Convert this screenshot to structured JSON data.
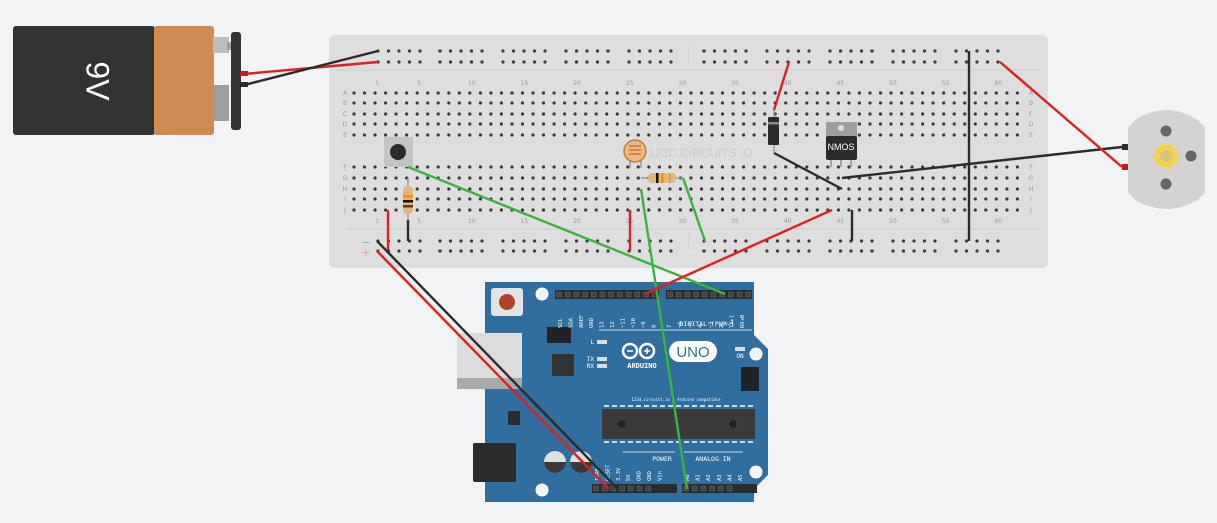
{
  "battery": {
    "label": "9V",
    "colors": {
      "body": "#333333",
      "cap": "#d08c50"
    }
  },
  "breadboard": {
    "watermark": "123D.CIRCUITS.IO",
    "column_numbers": [
      "1",
      "5",
      "10",
      "15",
      "20",
      "25",
      "30",
      "35",
      "40",
      "45",
      "50",
      "55",
      "60"
    ],
    "rows_top": [
      "A",
      "B",
      "C",
      "D",
      "E"
    ],
    "rows_bottom": [
      "F",
      "G",
      "H",
      "I",
      "J"
    ],
    "rail_minus": "−",
    "rail_plus": "+"
  },
  "components": {
    "mosfet": {
      "label": "NMOS"
    },
    "pushbutton": {
      "name": "pushbutton"
    },
    "photoresistor": {
      "name": "photoresistor"
    },
    "diode": {
      "name": "diode"
    },
    "motor": {
      "name": "dc-motor"
    }
  },
  "arduino": {
    "brand": "ARDUINO",
    "model": "UNO",
    "digital_header_label": "DIGITAL (PWM~)",
    "digital_pins": [
      "SCL",
      "SDA",
      "AREF",
      "GND",
      "13",
      "12",
      "~11",
      "~10",
      "~9",
      "8",
      "7",
      "~6",
      "~5",
      "4",
      "~3",
      "2",
      "TX▸1",
      "RX◂0"
    ],
    "power_label": "POWER",
    "power_pins": [
      "IOREF",
      "RESET",
      "3.3V",
      "5V",
      "GND",
      "GND",
      "Vin"
    ],
    "analog_label": "ANALOG IN",
    "analog_pins": [
      "A0",
      "A1",
      "A2",
      "A3",
      "A4",
      "A5"
    ],
    "led_labels": [
      "L",
      "TX",
      "RX"
    ],
    "on_label": "ON",
    "chip_caption": "123d.circuits.io - Arduino compatible",
    "board_color": "#2f6e9e"
  },
  "wire_colors": {
    "red": "#e02020",
    "black": "#2b2b2b",
    "green": "#3ab53a"
  }
}
